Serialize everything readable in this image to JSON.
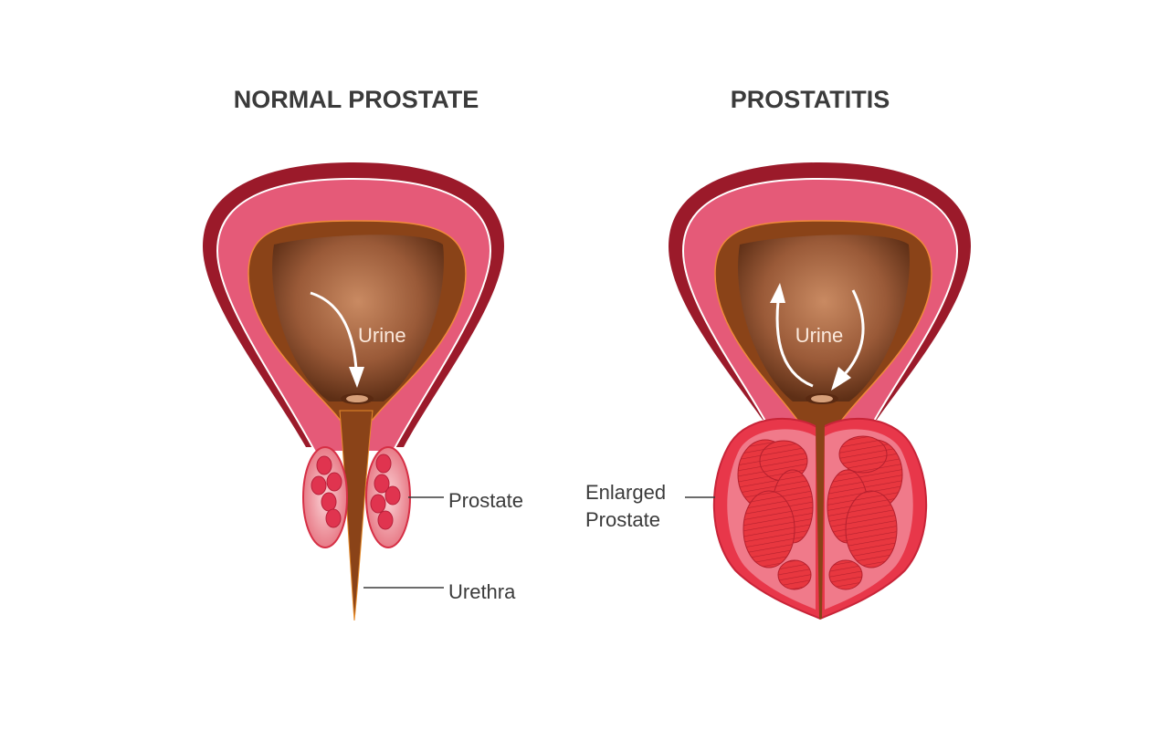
{
  "normal": {
    "title": "NORMAL PROSTATE",
    "urine_label": "Urine",
    "prostate_label": "Prostate",
    "urethra_label": "Urethra"
  },
  "prostatitis": {
    "title": "PROSTATITIS",
    "urine_label": "Urine",
    "enlarged_label_line1": "Enlarged",
    "enlarged_label_line2": "Prostate"
  },
  "colors": {
    "outer_wall": "#9b1a2a",
    "muscle": "#e55a78",
    "inner_wall": "#8a4318",
    "urine": "#b56b45",
    "prostate": "#e8374a",
    "text": "#3b3b3b"
  }
}
